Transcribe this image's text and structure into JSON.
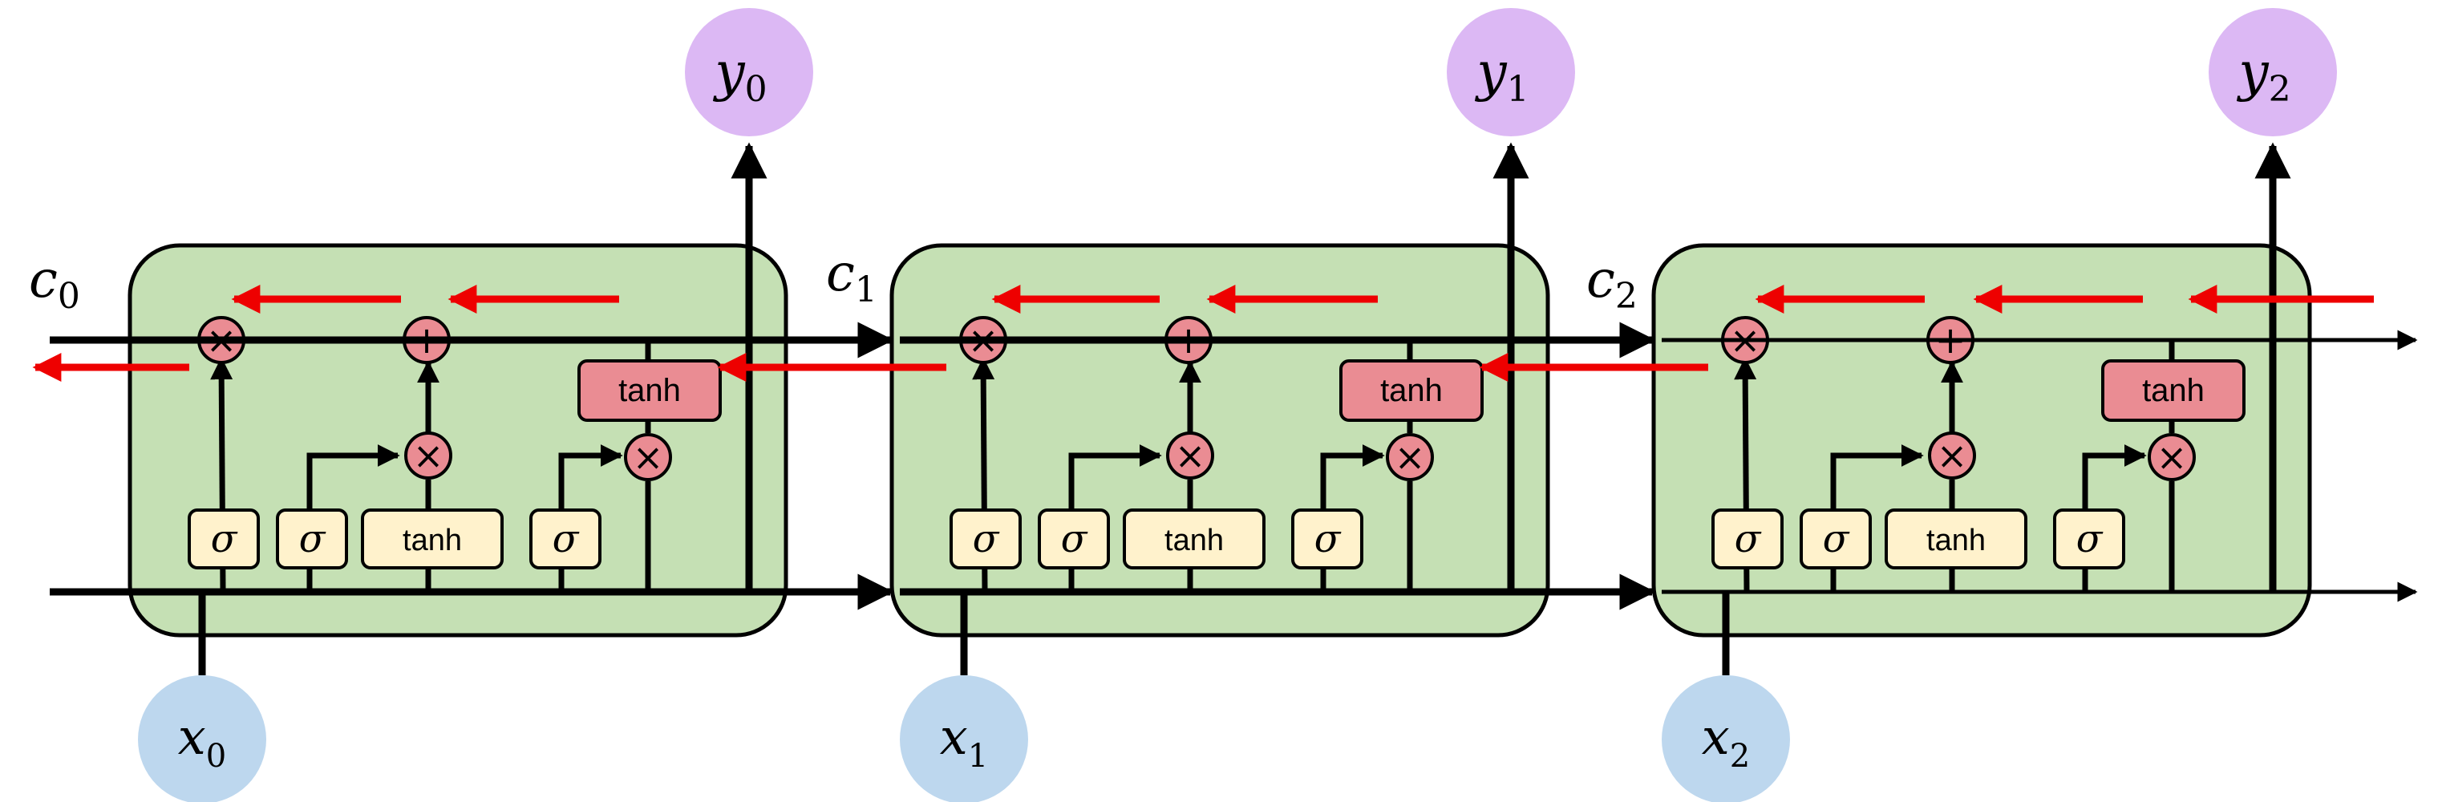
{
  "colors": {
    "cell_fill": "#c5e0b4",
    "gate_fill": "#fff2cc",
    "op_fill": "#ea8c93",
    "x_node": "#bdd7ee",
    "y_node": "#dcb8f4",
    "backprop_arrow": "#ee0000",
    "line": "#000000"
  },
  "icons": {
    "multiply": "circle-times-icon",
    "add": "circle-plus-icon",
    "sigmoid": "sigma-gate",
    "activation": "tanh-box"
  },
  "cells": [
    {
      "input": "x",
      "input_sub": "0",
      "output": "y",
      "output_sub": "0",
      "cell_state": "c",
      "cell_state_sub": "0",
      "gates": [
        "σ",
        "σ",
        "tanh",
        "σ"
      ],
      "activation": "tanh"
    },
    {
      "input": "x",
      "input_sub": "1",
      "output": "y",
      "output_sub": "1",
      "cell_state": "c",
      "cell_state_sub": "1",
      "gates": [
        "σ",
        "σ",
        "tanh",
        "σ"
      ],
      "activation": "tanh"
    },
    {
      "input": "x",
      "input_sub": "2",
      "output": "y",
      "output_sub": "2",
      "cell_state": "c",
      "cell_state_sub": "2",
      "gates": [
        "σ",
        "σ",
        "tanh",
        "σ"
      ],
      "activation": "tanh"
    }
  ]
}
